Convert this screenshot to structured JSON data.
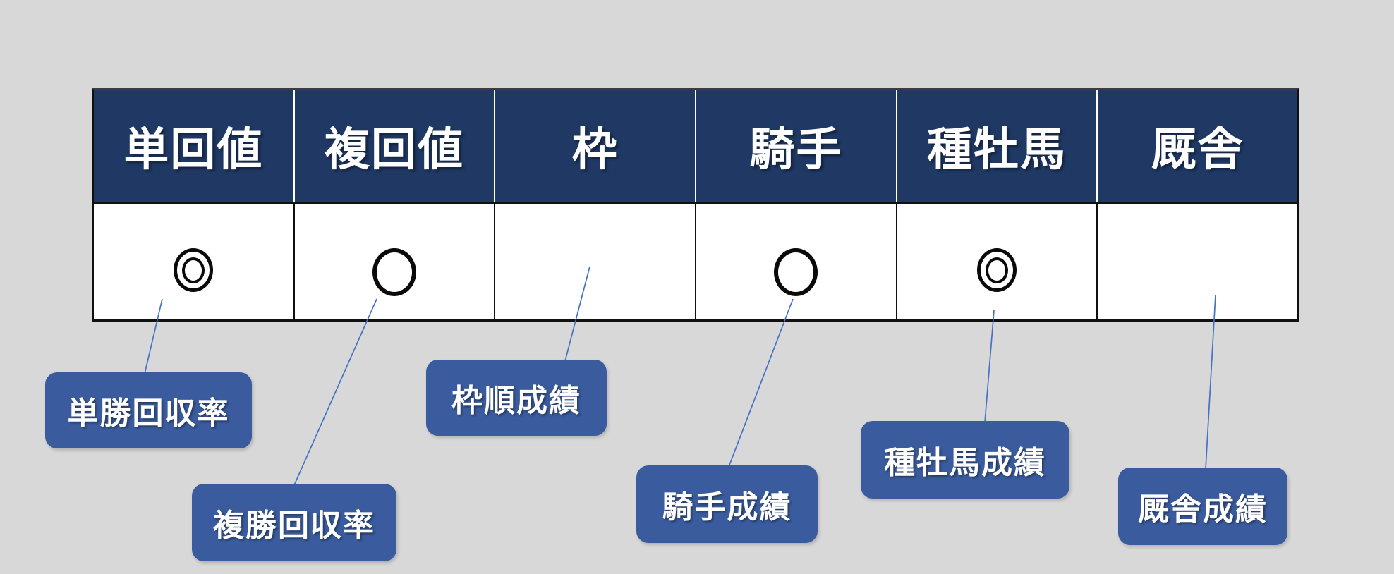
{
  "slide": {
    "background": "#d8d8d8"
  },
  "colors": {
    "slide_bg": "#d8d8d8",
    "header_bg": "#1f3864",
    "header_text": "#ffffff",
    "header_divider": "#ffffff",
    "cell_bg": "#ffffff",
    "table_border": "#111111",
    "symbol": "#0a0a0a",
    "callout_bg": "#3a5c9e",
    "callout_text": "#ffffff",
    "leader_line": "#4472c4"
  },
  "table": {
    "columns": [
      "単回値",
      "複回値",
      "枠",
      "騎手",
      "種牡馬",
      "厩舎"
    ],
    "row_symbols": [
      "◎",
      "○",
      "",
      "○",
      "◎",
      ""
    ]
  },
  "callouts": [
    {
      "label": "単勝回収率"
    },
    {
      "label": "複勝回収率"
    },
    {
      "label": "枠順成績"
    },
    {
      "label": "騎手成績"
    },
    {
      "label": "種牡馬成績"
    },
    {
      "label": "厩舎成績"
    }
  ]
}
